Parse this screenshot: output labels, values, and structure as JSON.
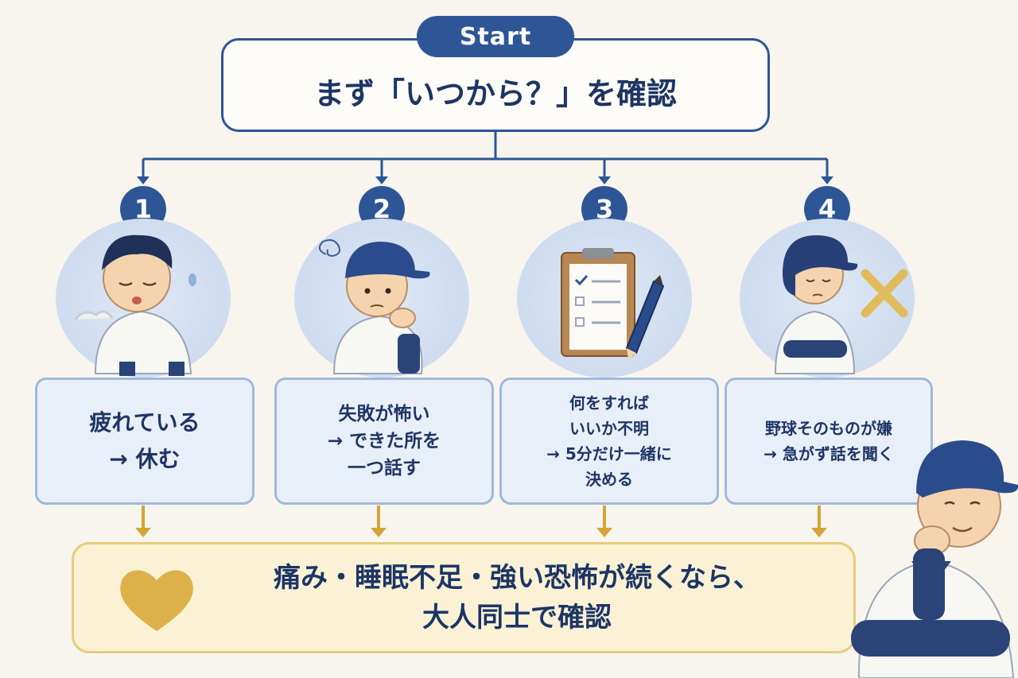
{
  "start": {
    "badge": "Start",
    "question": "まず「いつから？」を確認"
  },
  "steps": [
    {
      "number": "1",
      "line1": "疲れている",
      "line2": "→ 休む"
    },
    {
      "number": "2",
      "line1": "失敗が怖い",
      "line2": "→ できた所を",
      "line3": "一つ話す"
    },
    {
      "number": "3",
      "line1": "何をすれば",
      "line2": "いいか不明",
      "line3": "→ 5分だけ一緒に",
      "line4": "決める"
    },
    {
      "number": "4",
      "line1": "野球そのものが嫌",
      "line2": "→ 急がず話を聞く"
    }
  ],
  "bottom": {
    "line1": "痛み・睡眠不足・強い恐怖が続くなら、",
    "line2": "大人同士で確認"
  },
  "icons": {
    "heart": "heart-icon",
    "clipboard": "clipboard-icon",
    "pencil": "pencil-icon",
    "cross": "cross-mark-icon"
  },
  "colors": {
    "navy": "#2e5596",
    "card_blue": "#e9eff8",
    "gold": "#d9aa3a",
    "cream": "#fbf2d6"
  }
}
